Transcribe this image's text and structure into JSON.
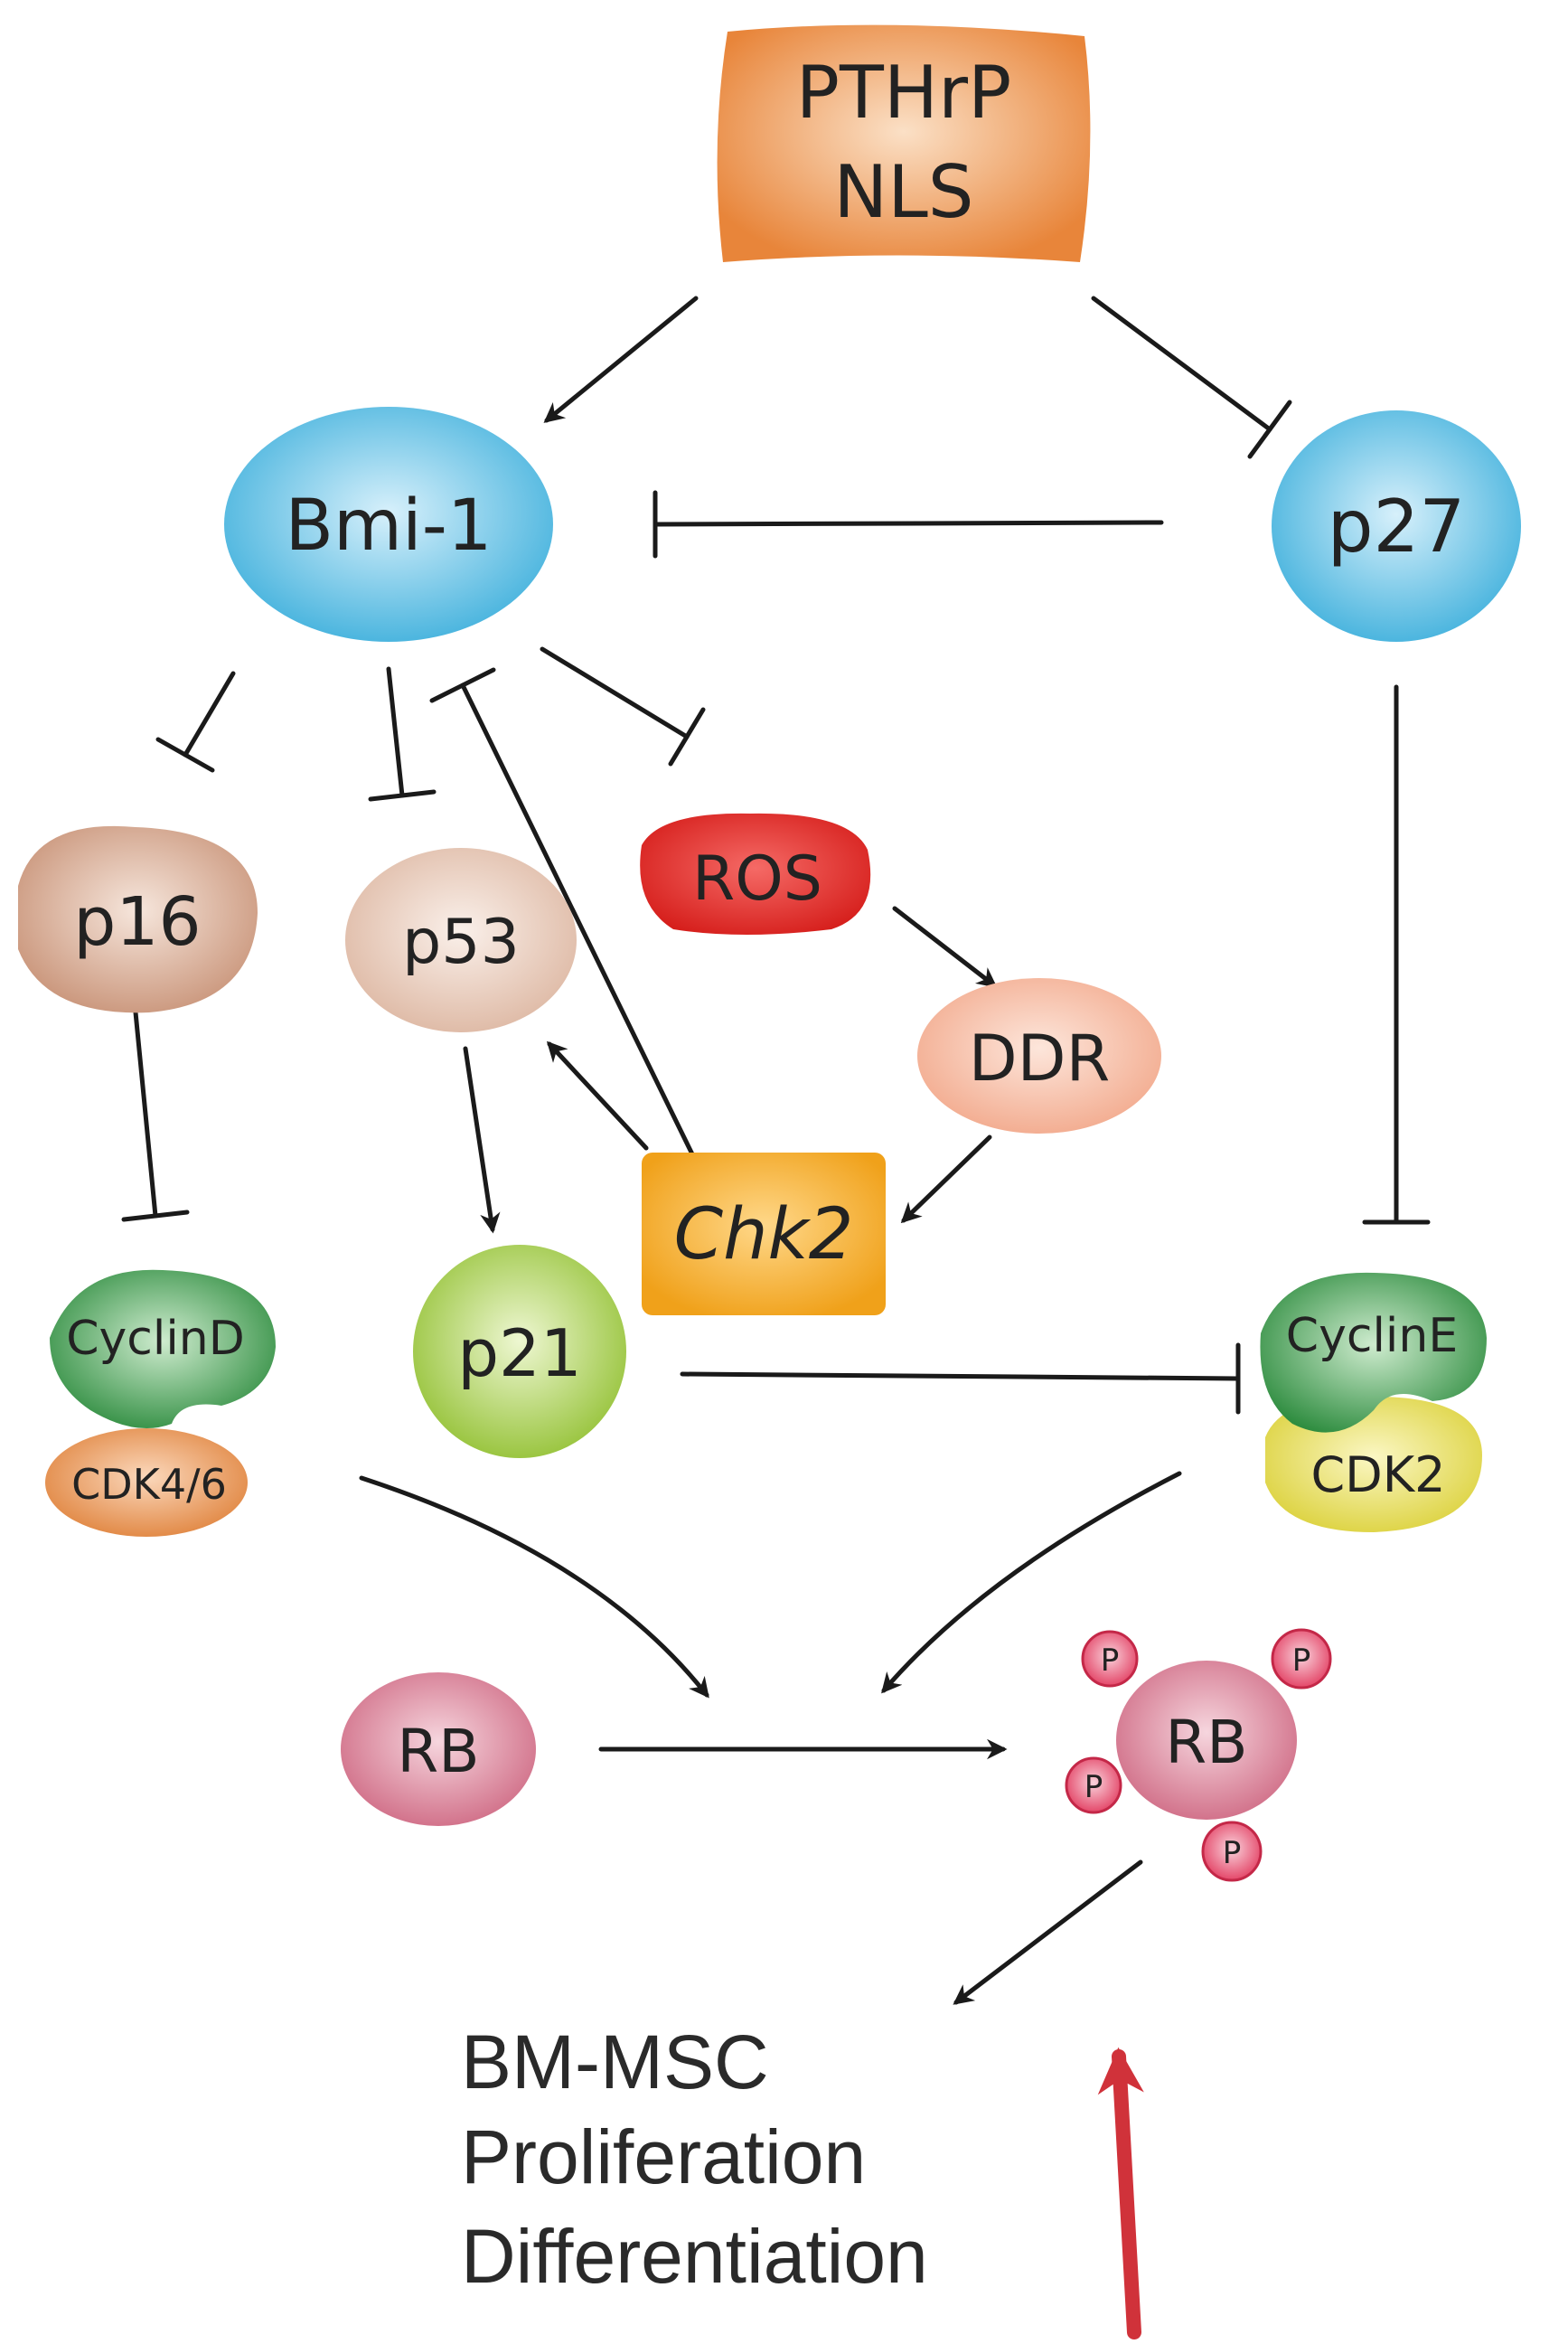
{
  "nodes": {
    "pthrp": {
      "line1": "PTHrP",
      "line2": "NLS",
      "color": "#e8853a"
    },
    "bmi1": {
      "label": "Bmi-1",
      "color": "#3fb0dc"
    },
    "p27": {
      "label": "p27",
      "color": "#3fb0dc"
    },
    "p16": {
      "label": "p16",
      "color": "#d8a586"
    },
    "p53": {
      "label": "p53",
      "color": "#e6c2ae"
    },
    "ros": {
      "label": "ROS",
      "color": "#e02a26"
    },
    "ddr": {
      "label": "DDR",
      "color": "#f2b49a"
    },
    "chk2": {
      "label": "Chk2",
      "color": "#f2a31c"
    },
    "p21": {
      "label": "p21",
      "color": "#9cc63a"
    },
    "cyclind": {
      "label": "CyclinD",
      "color": "#3a9a4a"
    },
    "cdk46": {
      "label": "CDK4/6",
      "color": "#e38c4a"
    },
    "cycline": {
      "label": "CyclinE",
      "color": "#3a9a4a"
    },
    "cdk2": {
      "label": "CDK2",
      "color": "#e6de5a"
    },
    "rb": {
      "label": "RB",
      "color": "#d7768e"
    },
    "rb_p": {
      "label": "RB",
      "phospho": "P",
      "color": "#d46a86"
    }
  },
  "outcome": {
    "line1": "BM-MSC",
    "line2": "Proliferation",
    "line3": "Differentiation"
  },
  "colors": {
    "edge": "#1a1a1a",
    "up_arrow": "#d0323a"
  }
}
